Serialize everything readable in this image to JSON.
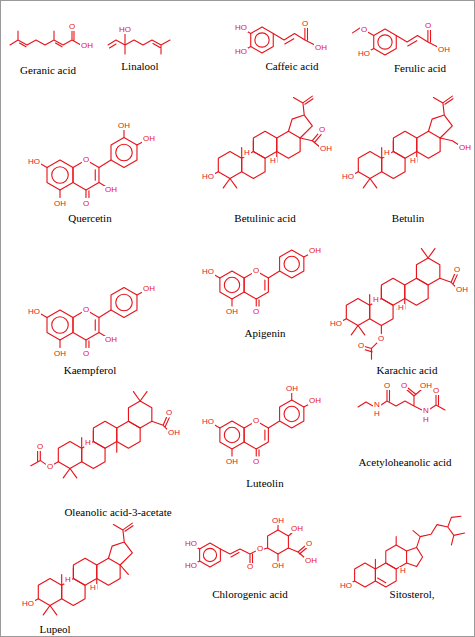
{
  "diagram": {
    "labels": [
      "Geranic acid",
      "Linalool",
      "Caffeic acid",
      "Ferulic acid",
      "Quercetin",
      "Betulinic acid",
      "Betulin",
      "Kaempferol",
      "Apigenin",
      "Karachic acid",
      "Oleanolic acid-3-acetate",
      "Luteolin",
      "Acetyloheanolic acid",
      "Lupeol",
      "Chlorogenic acid",
      "Sitosterol,",
      "O",
      "OH",
      "HO",
      "HO",
      "HO",
      "O",
      "OH",
      "O",
      "HO",
      "O",
      "OH",
      "HO",
      "OH",
      "O",
      "OH",
      "O",
      "OH",
      "OH",
      "HO",
      "O",
      "OH",
      "H",
      "H",
      "HO",
      "OH",
      "H",
      "H",
      "HO",
      "OH",
      "O",
      "OH",
      "O",
      "OH",
      "HO",
      "OH",
      "O",
      "O",
      "OH",
      "HO",
      "O",
      "O",
      "O",
      "OH",
      "H",
      "H",
      "O",
      "O",
      "O",
      "OH",
      "H",
      "HO",
      "OH",
      "O",
      "O",
      "OH",
      "OH",
      "N",
      "H",
      "O",
      "O",
      "OH",
      "N",
      "H",
      "O",
      "HO",
      "H",
      "H",
      "HO",
      "HO",
      "O",
      "O",
      "OH",
      "OH",
      "O",
      "OH",
      "OH",
      "HO",
      "H"
    ]
  }
}
